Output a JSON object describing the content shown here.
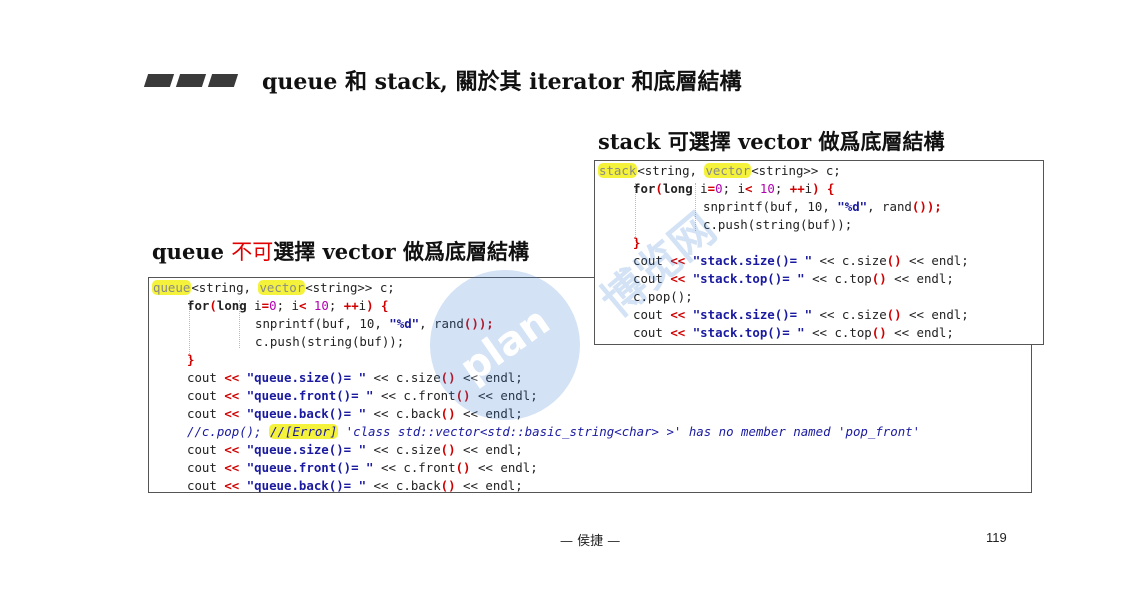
{
  "slide": {
    "title": "queue 和 stack, 關於其 iterator 和底層結構",
    "stack_subtitle": "stack 可選擇 vector 做爲底層結構",
    "queue_subtitle_pre": "queue ",
    "queue_subtitle_red": "不可",
    "queue_subtitle_post": "選擇 vector 做爲底層結構",
    "footer_author": "— 侯捷 —",
    "page_number": "119"
  },
  "watermark": {
    "logo_text": "plan",
    "chinese_text": "博览网"
  },
  "queue_code": {
    "l1_queue": "queue",
    "l1_mid": "<string, ",
    "l1_vector": "vector",
    "l1_end": "<string>> c;",
    "l2_for": "for",
    "l2_paren": "(",
    "l2_long": "long",
    "l2_i": " i",
    "l2_eq": "=",
    "l2_zero": "0",
    "l2_semi1": "; i",
    "l2_lt": "<",
    "l2_ten": " 10",
    "l2_semi2": "; ",
    "l2_pp": "++",
    "l2_iend": "i",
    "l2_close": ")",
    "l2_brace": " {",
    "l3_call": "snprintf(buf, 10, ",
    "l3_fmt": "\"%d\"",
    "l3_rand": ", rand",
    "l3_parens": "()",
    "l3_close": ");",
    "l4_push": "c.push(string(buf));",
    "l5_close": "}",
    "size1_pre": "cout ",
    "size1_op": "<<",
    "size1_str": " \"queue.size()= \" ",
    "size1_mid": "<< c.size",
    "size1_parens": "()",
    "size1_end": " << endl;",
    "front1_str": " \"queue.front()= \" ",
    "front1_mid": "<< c.front",
    "front1_end": " << endl;",
    "back1_str": " \"queue.back()= \" ",
    "back1_mid": "<< c.back",
    "back1_end": " << endl;",
    "pop_comment": "//c.pop();",
    "error_tag": "//[Error]",
    "error_msg": " 'class std::vector<std::basic_string<char> >' has no member named 'pop_front'",
    "size2_str": " \"queue.size()= \" ",
    "front2_str": " \"queue.front()= \" ",
    "back2_str": " \"queue.back()= \" "
  },
  "stack_code": {
    "l1_stack": "stack",
    "l1_mid": "<string, ",
    "l1_vector": "vector",
    "l1_end": "<string>> c;",
    "l3_call": "snprintf(buf, 10, ",
    "l3_fmt": "\"%d\"",
    "l4_push": "c.push(string(buf));",
    "size_str": " \"stack.size()= \" ",
    "size_mid": "<< c.size",
    "top_str": " \"stack.top()= \" ",
    "top_mid": "<< c.top",
    "pop_line": "c.pop();"
  }
}
